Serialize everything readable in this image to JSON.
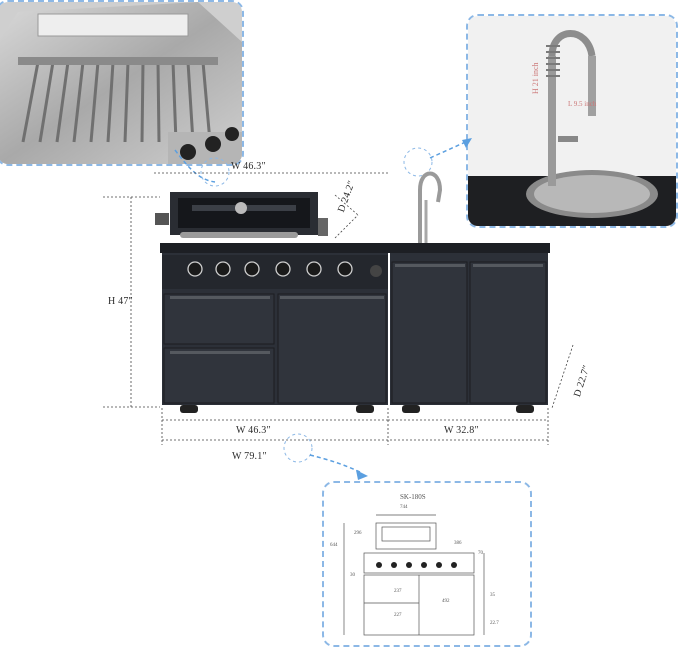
{
  "dimensions": {
    "grill_top_width": "W 46.3″",
    "grill_depth": "D 24.2″",
    "height": "H 47″",
    "left_width": "W 46.3″",
    "right_width": "W 32.8″",
    "total_width": "W 79.1″",
    "right_depth": "D 22.7″"
  },
  "drawing": {
    "model": "SK-180S",
    "top_width": "744",
    "lid_height": "296",
    "overall_height": "644",
    "side_width": "386",
    "burner_height": "70",
    "panel_depth": "30",
    "drawer_top": "237",
    "drawer_bottom": "227",
    "cabinet_height": "492",
    "leg_height": "35",
    "depth_note": "22.7"
  },
  "faucet_callout": {
    "height_label": "H 21 inch",
    "spout_label": "L 9.5 inch"
  },
  "colors": {
    "accent_dashed": "#8cb8e6",
    "arrow": "#5b9fe0",
    "cabinet": "#2c3038"
  },
  "icons": {
    "grill_inset": "grill-grate-photo",
    "faucet_inset": "faucet-sink-photo",
    "drawing_inset": "technical-drawing"
  }
}
